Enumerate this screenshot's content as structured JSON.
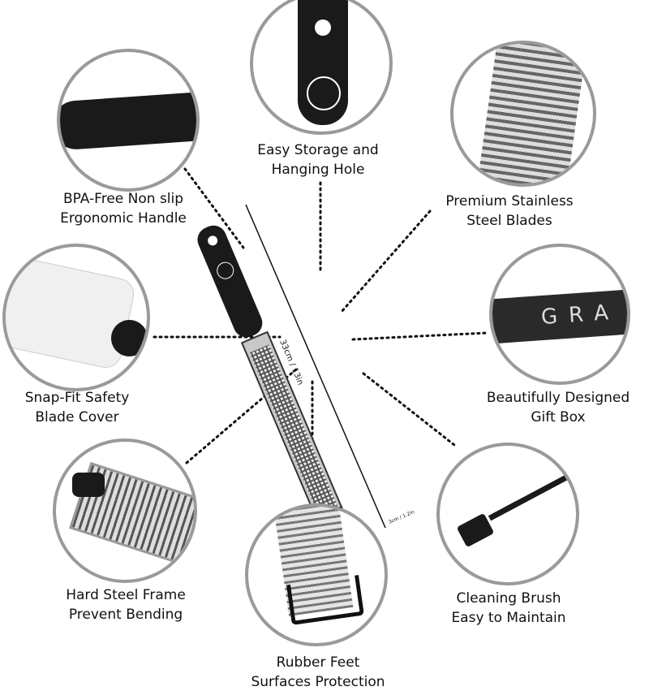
{
  "features": [
    {
      "id": "handle",
      "line1": "BPA-Free Non slip",
      "line2": "Ergonomic Handle"
    },
    {
      "id": "storage",
      "line1": "Easy Storage and",
      "line2": "Hanging Hole"
    },
    {
      "id": "blades",
      "line1": "Premium Stainless",
      "line2": "Steel Blades"
    },
    {
      "id": "cover",
      "line1": "Snap-Fit Safety",
      "line2": "Blade Cover"
    },
    {
      "id": "giftbox",
      "line1": "Beautifully Designed",
      "line2": "Gift Box"
    },
    {
      "id": "frame",
      "line1": "Hard Steel Frame",
      "line2": "Prevent Bending"
    },
    {
      "id": "feet",
      "line1": "Rubber Feet",
      "line2": "Surfaces Protection"
    },
    {
      "id": "brush",
      "line1": "Cleaning Brush",
      "line2": "Easy to Maintain"
    }
  ],
  "product": {
    "length_label": "33cm / 13in",
    "width_label": "3cm / 1.2in",
    "box_text": "GRA"
  },
  "colors": {
    "circle_border": "#9a9a9a",
    "handle": "#1a1a1a",
    "steel": "#b8b8b8"
  }
}
